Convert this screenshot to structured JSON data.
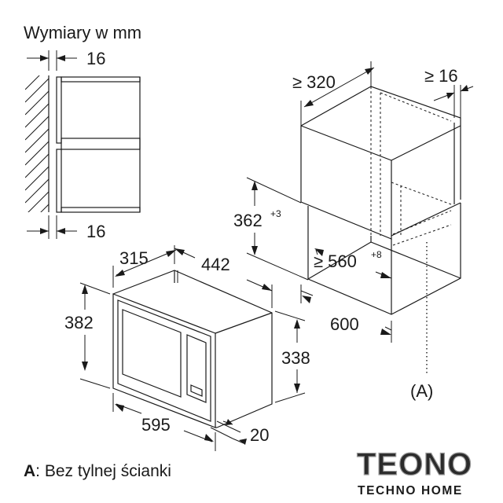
{
  "title": "Wymiary w mm",
  "dimensions": {
    "wall_gap_top": "16",
    "wall_gap_bottom": "16",
    "cabinet_depth": "≥ 320",
    "cabinet_side": "≥ 16",
    "opening_height": "362",
    "opening_height_tol": "+3",
    "opening_width": "≥ 560",
    "opening_width_tol": "+8",
    "cabinet_width": "600",
    "frame_depth": "315",
    "unit_depth": "442",
    "frame_height": "382",
    "unit_height": "338",
    "frame_width": "595",
    "frame_thickness": "20"
  },
  "marker": "(A)",
  "legend": {
    "key": "A",
    "text": ": Bez tylnej ścianki"
  },
  "logo": {
    "name": "TEONO",
    "tagline": "TECHNO HOME"
  }
}
